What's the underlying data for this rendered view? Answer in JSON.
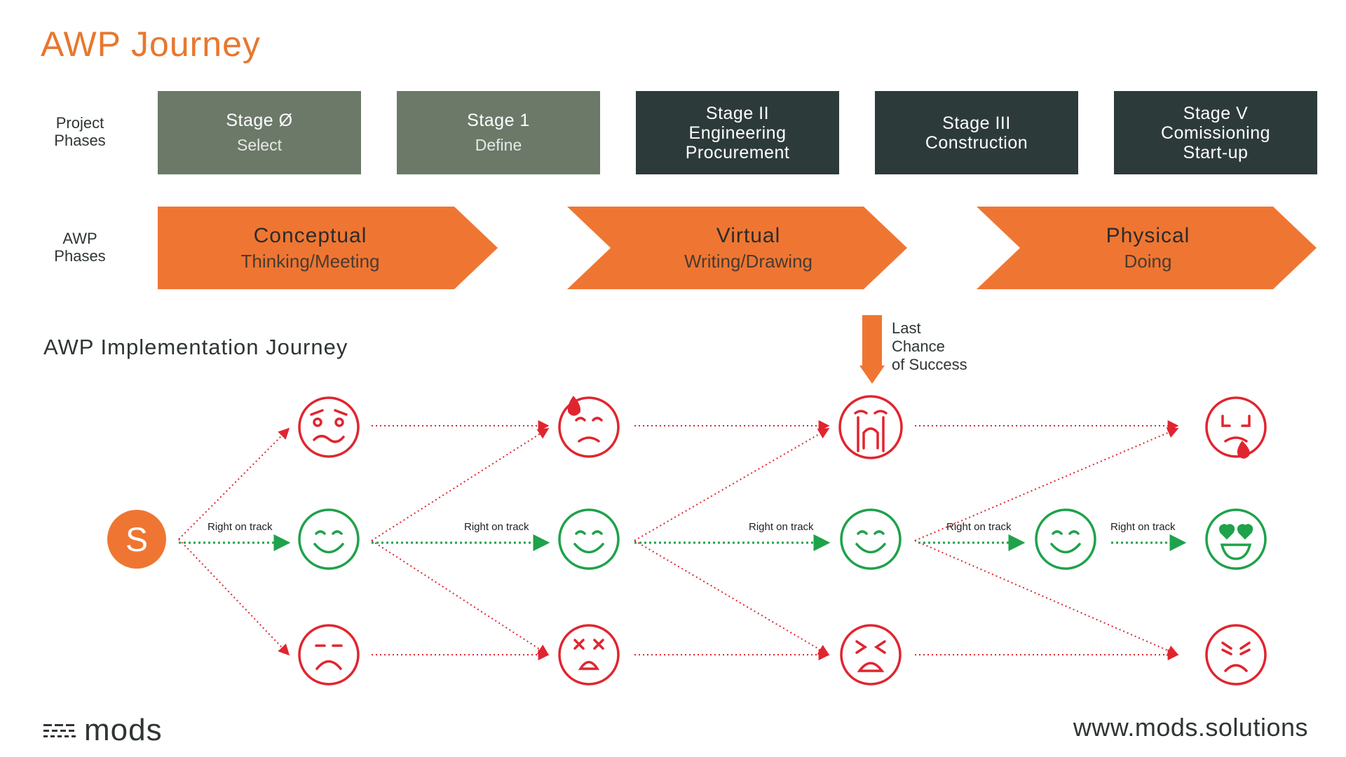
{
  "title": "AWP Journey",
  "row_labels": {
    "project": "Project\nPhases",
    "awp": "AWP\nPhases"
  },
  "stages": [
    {
      "name": "Stage Ø",
      "sub": "Select",
      "tone": "light"
    },
    {
      "name": "Stage 1",
      "sub": "Define",
      "tone": "light"
    },
    {
      "name": "Stage II\nEngineering\nProcurement",
      "sub": "",
      "tone": "dark"
    },
    {
      "name": "Stage III\nConstruction",
      "sub": "",
      "tone": "dark"
    },
    {
      "name": "Stage V\nComissioning\nStart-up",
      "sub": "",
      "tone": "dark"
    }
  ],
  "awp_phases": [
    {
      "name": "Conceptual",
      "sub": "Thinking/Meeting"
    },
    {
      "name": "Virtual",
      "sub": "Writing/Drawing"
    },
    {
      "name": "Physical",
      "sub": "Doing"
    }
  ],
  "implementation_title": "AWP Implementation Journey",
  "last_chance": "Last\nChance\nof Success",
  "start_letter": "S",
  "right_on_track": "Right on track",
  "faces": {
    "top": [
      "worried-face-icon",
      "sweat-face-icon",
      "crying-face-icon",
      "tearful-face-icon"
    ],
    "middle": [
      "smiling-face-icon",
      "smiling-face-icon",
      "smiling-face-icon",
      "smiling-face-icon",
      "heart-eyes-face-icon"
    ],
    "bottom": [
      "frowning-face-icon",
      "dizzy-face-icon",
      "tired-face-icon",
      "angry-face-icon"
    ]
  },
  "colors": {
    "orange": "#ef7632",
    "green": "#1ea24a",
    "red": "#e0252f",
    "light_stage": "#6c7969",
    "dark_stage": "#2d3a3a"
  },
  "footer": {
    "logo": "mods",
    "website": "www.mods.solutions"
  }
}
